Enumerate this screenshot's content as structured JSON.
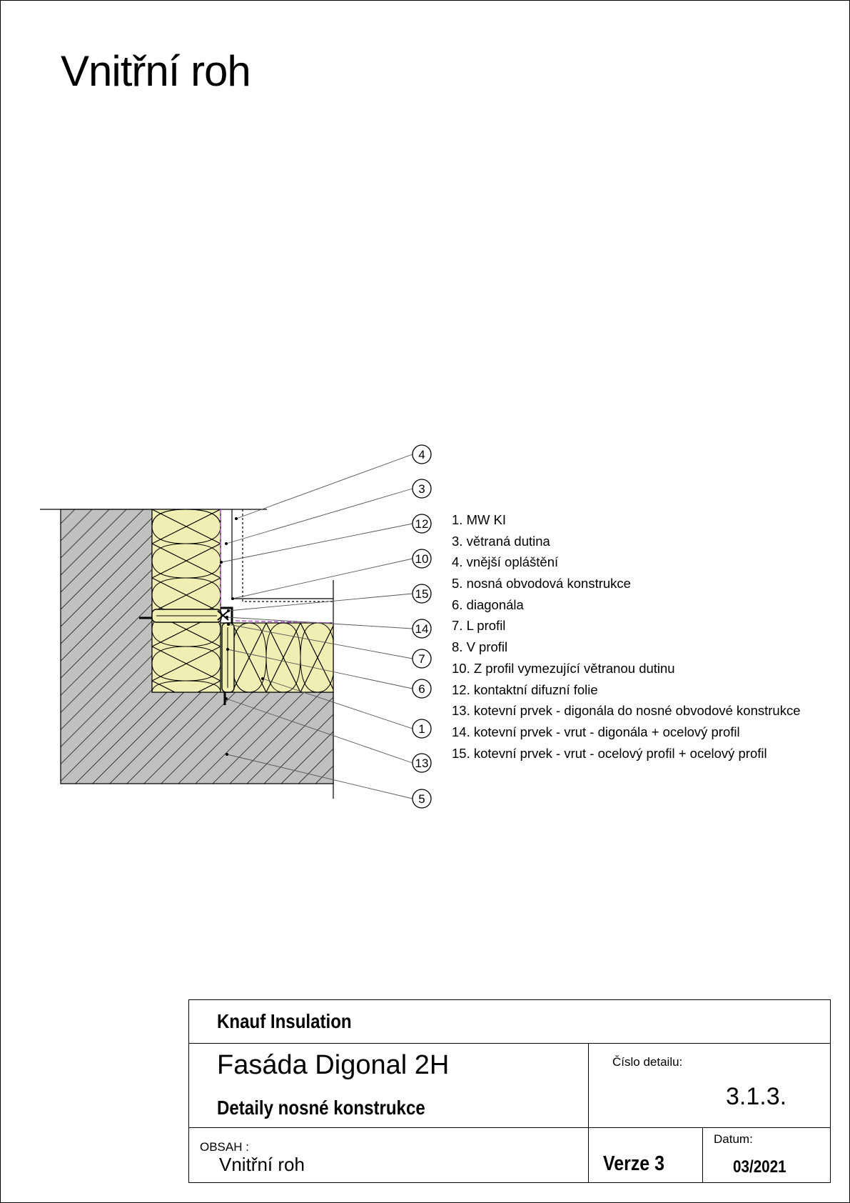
{
  "page": {
    "title": "Vnitřní roh"
  },
  "diagram": {
    "colors": {
      "insulation": "#efefb4",
      "hatch_bg": "#c0c0c0",
      "foil": "#b060d0"
    },
    "callouts": [
      "4",
      "3",
      "12",
      "10",
      "15",
      "14",
      "7",
      "6",
      "1",
      "13",
      "5"
    ]
  },
  "legend": [
    "1.  MW KI",
    "3.  větraná dutina",
    "4.  vnější opláštění",
    "5.  nosná obvodová konstrukce",
    "6.  diagonála",
    "7.  L profil",
    "8.  V profil",
    "10. Z profil vymezující větranou dutinu",
    "12. kontaktní difuzní folie",
    "13. kotevní prvek - digonála do nosné obvodové konstrukce",
    "14. kotevní prvek - vrut - digonála + ocelový profil",
    "15. kotevní prvek - vrut - ocelový profil + ocelový profil"
  ],
  "title_block": {
    "company": "Knauf Insulation",
    "project": "Fasáda Digonal 2H",
    "subtitle": "Detaily nosné konstrukce",
    "detail_label": "Číslo detailu:",
    "detail_number": "3.1.3.",
    "content_label": "OBSAH :",
    "content_value": "Vnitřní roh",
    "version": "Verze 3",
    "date_label": "Datum:",
    "date_value": "03/2021"
  }
}
